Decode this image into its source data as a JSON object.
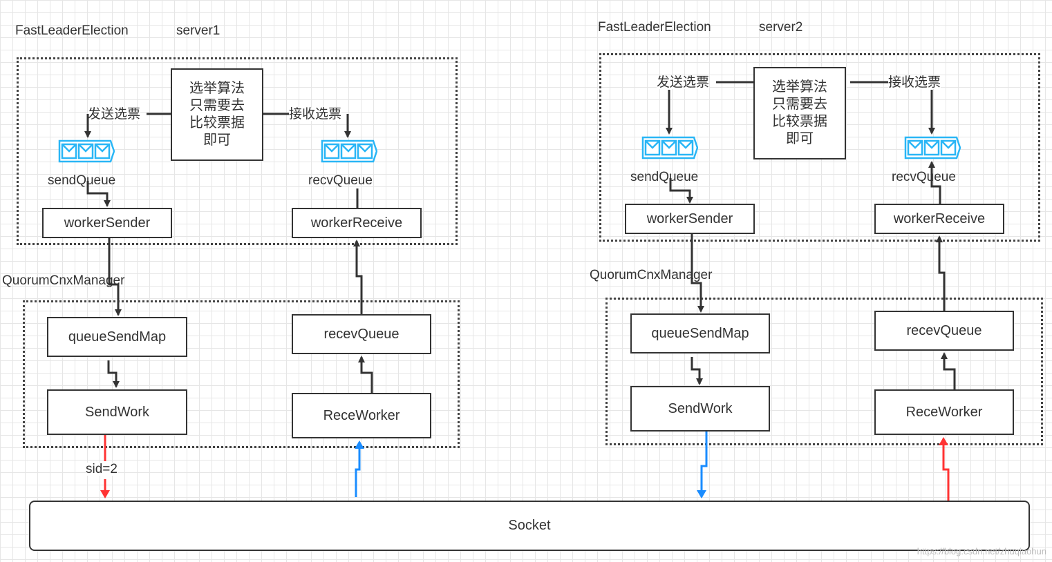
{
  "server1": {
    "title": "FastLeaderElection",
    "name": "server1",
    "algo": "选举算法\n只需要去\n比较票据\n即可",
    "send_vote": "发送选票",
    "recv_vote": "接收选票",
    "send_queue": "sendQueue",
    "recv_queue": "recvQueue",
    "worker_sender": "workerSender",
    "worker_receive": "workerReceive",
    "manager": "QuorumCnxManager",
    "queue_send_map": "queueSendMap",
    "recev_queue": "recevQueue",
    "send_work": "SendWork",
    "rece_worker": "ReceWorker",
    "sid": "sid=2"
  },
  "server2": {
    "title": "FastLeaderElection",
    "name": "server2",
    "algo": "选举算法\n只需要去\n比较票据\n即可",
    "send_vote": "发送选票",
    "recv_vote": "接收选票",
    "send_queue": "sendQueue",
    "recv_queue": "recvQueue",
    "worker_sender": "workerSender",
    "worker_receive": "workerReceive",
    "manager": "QuorumCnxManager",
    "queue_send_map": "queueSendMap",
    "recev_queue": "recevQueue",
    "send_work": "SendWork",
    "rece_worker": "ReceWorker"
  },
  "socket": "Socket",
  "watermark": "https://blog.csdn.net/zhuqiaohun",
  "colors": {
    "red": "#ff3333",
    "blue": "#1a8cff",
    "queue": "#29b6f6",
    "line": "#333333"
  },
  "icons": {
    "message_queue": "message-queue-icon"
  }
}
